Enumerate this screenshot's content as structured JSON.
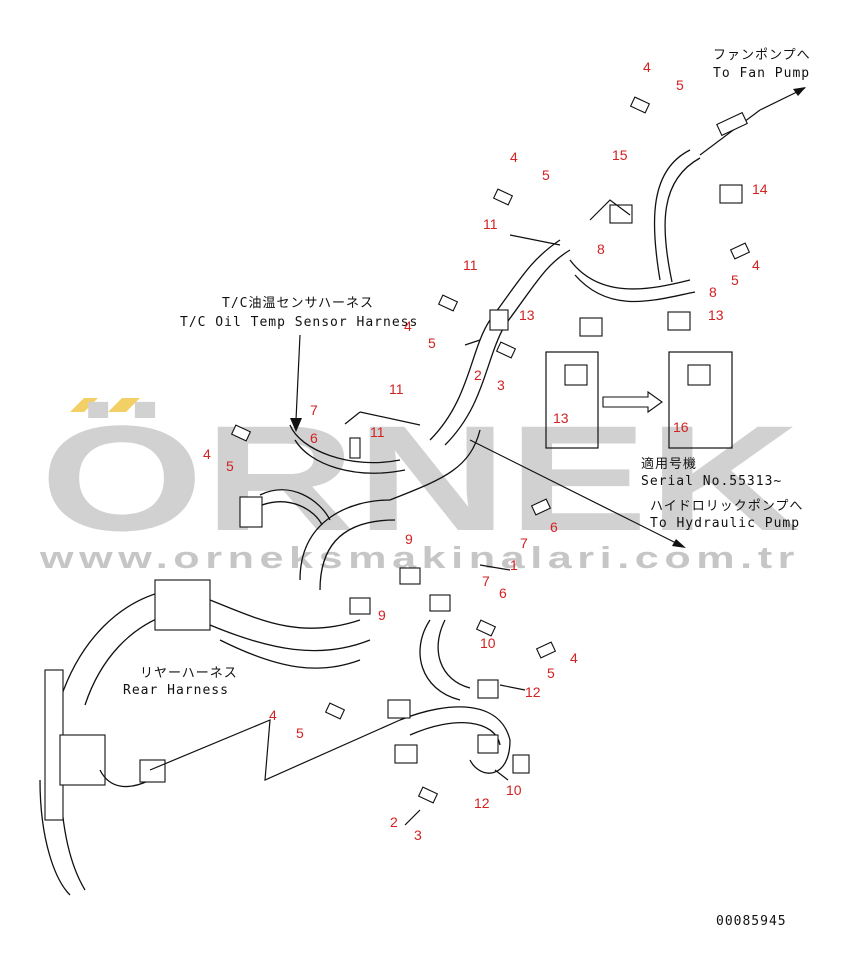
{
  "labels": {
    "fan_pump_jp": "ファンポンプへ",
    "fan_pump_en": "To Fan Pump",
    "tc_sensor_jp": "T/C油温センサハーネス",
    "tc_sensor_en": "T/C Oil Temp Sensor Harness",
    "serial_jp": "適用号機",
    "serial_en": "Serial No.55313~",
    "hyd_pump_jp": "ハイドロリックポンプへ",
    "hyd_pump_en": "To Hydraulic Pump",
    "rear_jp": "リヤーハーネス",
    "rear_en": "Rear Harness",
    "drawing_no": "00085945"
  },
  "watermark": {
    "brand": "ÖRNEK",
    "url": "www.orneksmakinalari.com.tr",
    "color": "#c9c9c9",
    "accent": "#f2c84b"
  },
  "callouts": {
    "n4a": "4",
    "n5a": "5",
    "n4b": "4",
    "n5b": "5",
    "n15": "15",
    "n14": "14",
    "n11a": "11",
    "n8a": "8",
    "n4c": "4",
    "n5c": "5",
    "n8b": "8",
    "n11b": "11",
    "n13a": "13",
    "n13b": "13",
    "n4d": "4",
    "n5d": "5",
    "n2a": "2",
    "n3a": "3",
    "n13c": "13",
    "n16": "16",
    "n11c": "11",
    "n7a": "7",
    "n11d": "11",
    "n6a": "6",
    "n4e": "4",
    "n5e": "5",
    "n6b": "6",
    "n7b": "7",
    "n9a": "9",
    "n1": "1",
    "n7c": "7",
    "n6c": "6",
    "n9b": "9",
    "n10a": "10",
    "n4f": "4",
    "n5f": "5",
    "n12a": "12",
    "n4g": "4",
    "n5g": "5",
    "n10b": "10",
    "n12b": "12",
    "n2b": "2",
    "n3b": "3"
  }
}
